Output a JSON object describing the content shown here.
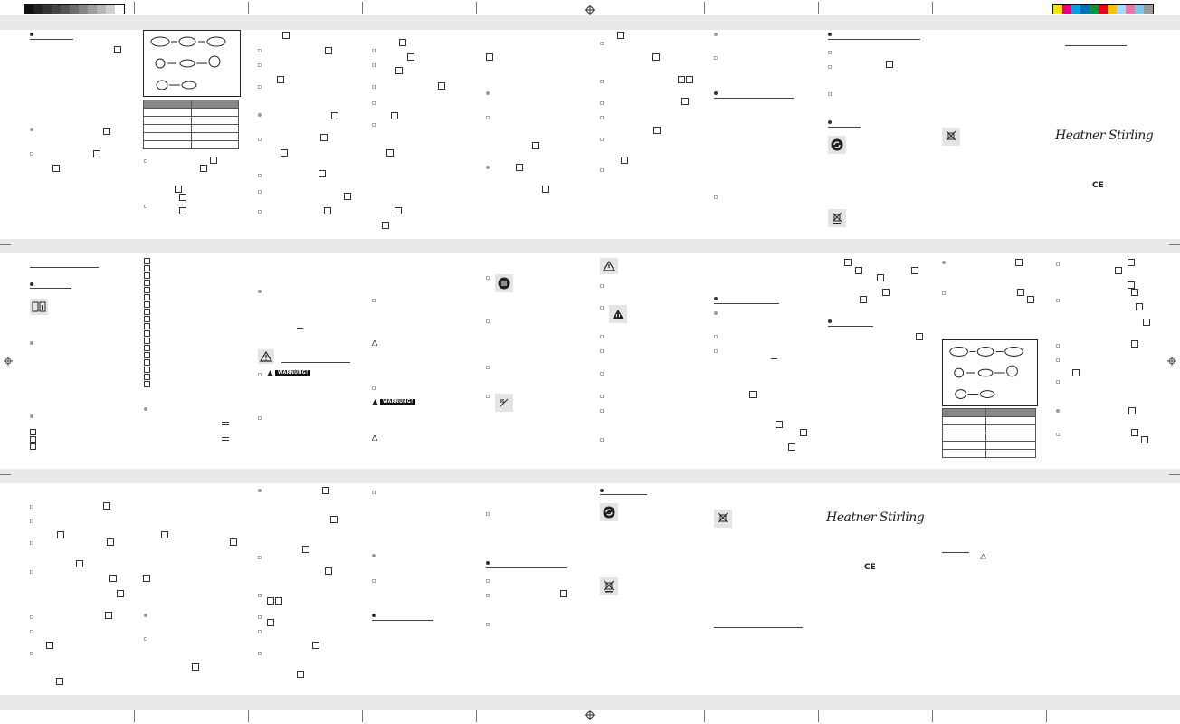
{
  "warning_labels": {
    "w1": "WARNUNG!",
    "w2": "WARNUNG!"
  },
  "signature": {
    "top": "Heatner Stirling",
    "bottom": "Heatner Stirling"
  },
  "ce_mark": {
    "top": "CE",
    "bottom": "CE"
  },
  "colors": {
    "strip": "#e9e9e9",
    "registration_bar": [
      "#111111",
      "#222222",
      "#333333",
      "#444444",
      "#555555",
      "#6d6d6d",
      "#868686",
      "#9e9e9e",
      "#b7b7b7",
      "#d0d0d0",
      "#ffffff"
    ],
    "process_bar": [
      "#f5e400",
      "#e4007c",
      "#009fe3",
      "#0070b8",
      "#009640",
      "#e30613",
      "#fdc300",
      "#aad7f4",
      "#ea76a8",
      "#7fc6e9",
      "#9a9a9a"
    ]
  },
  "icons": {
    "recycle": "recycle-icon",
    "wheelie_bin": "crossed-bin-icon",
    "info": "read-manual-icon",
    "warning": "warning-triangle-icon",
    "hand": "hand-icon",
    "fork": "food-safe-icon"
  }
}
